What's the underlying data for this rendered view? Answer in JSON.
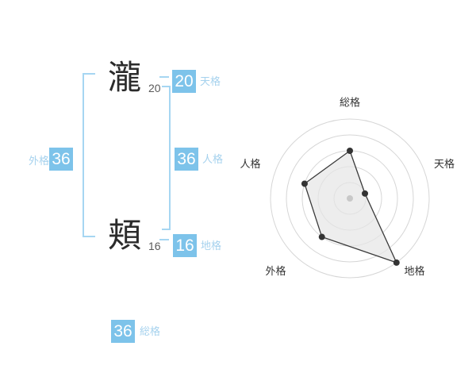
{
  "name_diagram": {
    "characters": [
      {
        "char": "瀧",
        "strokes": "20"
      },
      {
        "char": "頬",
        "strokes": "16"
      }
    ],
    "badges": {
      "tenkaku": {
        "value": "20",
        "label": "天格"
      },
      "jinkaku": {
        "value": "36",
        "label": "人格"
      },
      "chikaku": {
        "value": "16",
        "label": "地格"
      },
      "gaikaku": {
        "value": "36",
        "label": "外格"
      },
      "soukaku": {
        "value": "36",
        "label": "総格"
      }
    },
    "colors": {
      "badge": "#7dc3ea",
      "label": "#a6d2ee",
      "bracket": "#a6d6f2"
    }
  },
  "chart_data": {
    "type": "radar",
    "categories": [
      "総格",
      "天格",
      "地格",
      "外格",
      "人格"
    ],
    "values": [
      60,
      20,
      100,
      60,
      60
    ],
    "max": 100,
    "rings": [
      20,
      40,
      60,
      80,
      100
    ],
    "legend": "none",
    "grid": "concentric-circles",
    "colors": {
      "ring": "#d6d6d6",
      "polygon_fill": "#e6e6e6",
      "polygon_stroke": "#3a3a3a",
      "point": "#333333",
      "center_dot": "#c8c8c8",
      "label": "#333333"
    }
  }
}
